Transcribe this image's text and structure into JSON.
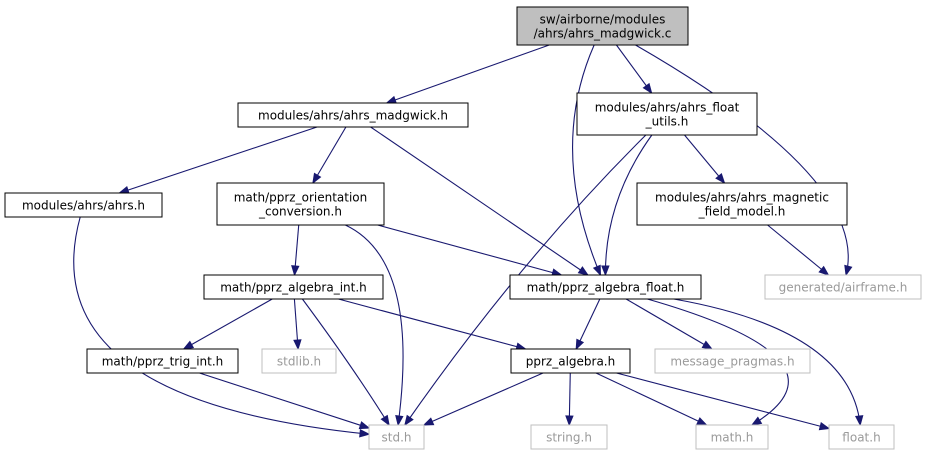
{
  "colors": {
    "edge": "#191970",
    "focus_fill": "#bfbfbf",
    "local_border": "#000000",
    "external_border": "#bfbfbf",
    "external_text": "#9a9a9a"
  },
  "nodes": {
    "ahrs_madgwick_c": {
      "kind": "focus",
      "lines": [
        "sw/airborne/modules",
        "/ahrs/ahrs_madgwick.c"
      ]
    },
    "ahrs_madgwick_h": {
      "kind": "local",
      "lines": [
        "modules/ahrs/ahrs_madgwick.h"
      ]
    },
    "ahrs_float_utils_h": {
      "kind": "local",
      "lines": [
        "modules/ahrs/ahrs_float",
        "_utils.h"
      ]
    },
    "ahrs_h": {
      "kind": "local",
      "lines": [
        "modules/ahrs/ahrs.h"
      ]
    },
    "pprz_orientation_conversion_h": {
      "kind": "local",
      "lines": [
        "math/pprz_orientation",
        "_conversion.h"
      ]
    },
    "ahrs_magnetic_field_model_h": {
      "kind": "local",
      "lines": [
        "modules/ahrs/ahrs_magnetic",
        "_field_model.h"
      ]
    },
    "generated_airframe_h": {
      "kind": "external",
      "lines": [
        "generated/airframe.h"
      ]
    },
    "pprz_algebra_int_h": {
      "kind": "local",
      "lines": [
        "math/pprz_algebra_int.h"
      ]
    },
    "pprz_algebra_float_h": {
      "kind": "local",
      "lines": [
        "math/pprz_algebra_float.h"
      ]
    },
    "pprz_trig_int_h": {
      "kind": "local",
      "lines": [
        "math/pprz_trig_int.h"
      ]
    },
    "stdlib_h": {
      "kind": "external",
      "lines": [
        "stdlib.h"
      ]
    },
    "pprz_algebra_h": {
      "kind": "local",
      "lines": [
        "pprz_algebra.h"
      ]
    },
    "message_pragmas_h": {
      "kind": "external",
      "lines": [
        "message_pragmas.h"
      ]
    },
    "std_h": {
      "kind": "external",
      "lines": [
        "std.h"
      ]
    },
    "string_h": {
      "kind": "external",
      "lines": [
        "string.h"
      ]
    },
    "math_h": {
      "kind": "external",
      "lines": [
        "math.h"
      ]
    },
    "float_h": {
      "kind": "external",
      "lines": [
        "float.h"
      ]
    }
  },
  "edges": [
    [
      "ahrs_madgwick_c",
      "ahrs_madgwick_h"
    ],
    [
      "ahrs_madgwick_c",
      "ahrs_float_utils_h"
    ],
    [
      "ahrs_madgwick_c",
      "pprz_algebra_float_h"
    ],
    [
      "ahrs_madgwick_c",
      "generated_airframe_h"
    ],
    [
      "ahrs_madgwick_h",
      "ahrs_h"
    ],
    [
      "ahrs_madgwick_h",
      "pprz_orientation_conversion_h"
    ],
    [
      "ahrs_madgwick_h",
      "pprz_algebra_float_h"
    ],
    [
      "ahrs_float_utils_h",
      "std_h"
    ],
    [
      "ahrs_float_utils_h",
      "pprz_algebra_float_h"
    ],
    [
      "ahrs_float_utils_h",
      "ahrs_magnetic_field_model_h"
    ],
    [
      "ahrs_magnetic_field_model_h",
      "generated_airframe_h"
    ],
    [
      "ahrs_h",
      "std_h"
    ],
    [
      "pprz_orientation_conversion_h",
      "pprz_algebra_int_h"
    ],
    [
      "pprz_orientation_conversion_h",
      "pprz_algebra_float_h"
    ],
    [
      "pprz_orientation_conversion_h",
      "std_h"
    ],
    [
      "pprz_algebra_int_h",
      "pprz_trig_int_h"
    ],
    [
      "pprz_algebra_int_h",
      "stdlib_h"
    ],
    [
      "pprz_algebra_int_h",
      "std_h"
    ],
    [
      "pprz_algebra_int_h",
      "pprz_algebra_h"
    ],
    [
      "pprz_algebra_float_h",
      "pprz_algebra_h"
    ],
    [
      "pprz_algebra_float_h",
      "message_pragmas_h"
    ],
    [
      "pprz_algebra_float_h",
      "math_h"
    ],
    [
      "pprz_algebra_float_h",
      "float_h"
    ],
    [
      "pprz_trig_int_h",
      "std_h"
    ],
    [
      "pprz_algebra_h",
      "std_h"
    ],
    [
      "pprz_algebra_h",
      "string_h"
    ],
    [
      "pprz_algebra_h",
      "math_h"
    ],
    [
      "pprz_algebra_h",
      "float_h"
    ]
  ]
}
